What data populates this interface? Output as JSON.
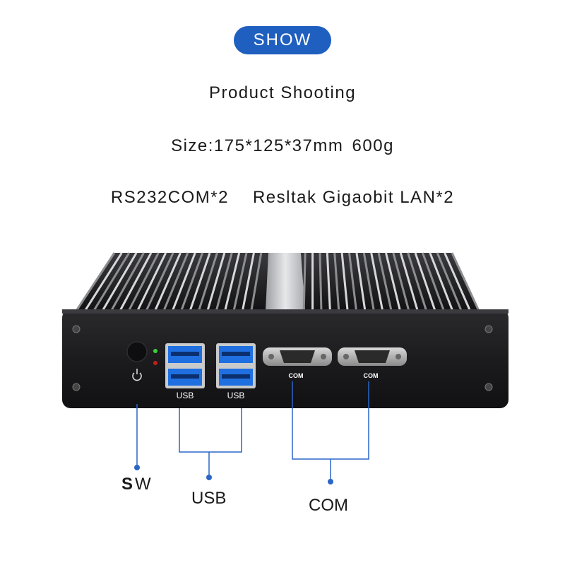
{
  "header": {
    "badge": "SHOW",
    "line1": "Product Shooting",
    "line2": "Size:175*125*37mm  600g",
    "line3_left": "RS232COM*2",
    "line3_right": "Resltak Gigaobit LAN*2"
  },
  "callouts": {
    "sw_bold": "S",
    "sw_rest": "W",
    "usb": "USB",
    "com": "COM"
  },
  "port_labels": {
    "usb1": "USB",
    "usb2": "USB",
    "com1": "COM",
    "com2": "COM"
  },
  "colors": {
    "badge": "#1f5fbf",
    "callout_line": "#2a66c8",
    "chassis": "#1b1b1d",
    "usb_blue": "#1f6fe0"
  }
}
